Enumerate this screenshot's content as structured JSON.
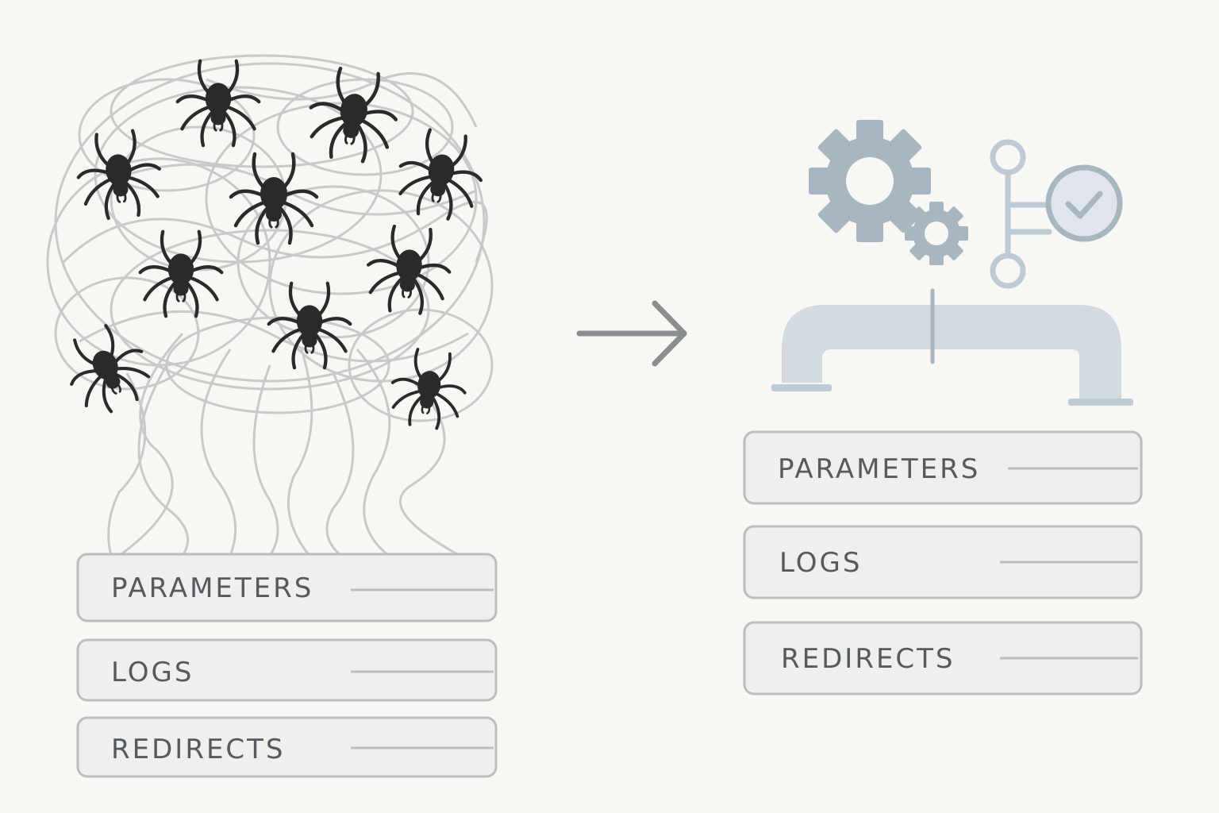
{
  "before": {
    "layers": [
      "PARAMETERS",
      "LOGS",
      "REDIRECTS"
    ],
    "bug_icon": "spider-icon"
  },
  "after": {
    "layers": [
      "PARAMETERS",
      "LOGS",
      "REDIRECTS"
    ],
    "pipeline_icons": [
      "gear-icon",
      "small-gear-icon",
      "flow-node-icon",
      "check-circle-icon",
      "pipe-icon"
    ]
  },
  "transition_icon": "arrow-right-icon",
  "colors": {
    "background": "#f8f7f4",
    "tangle": "#c9c9c9",
    "spider": "#2a2a2a",
    "box_fill": "#efefef",
    "box_stroke": "#bdbdbd",
    "label": "#555a5e",
    "pipeline": "#bfcbd4",
    "gear": "#a8b6c0"
  }
}
